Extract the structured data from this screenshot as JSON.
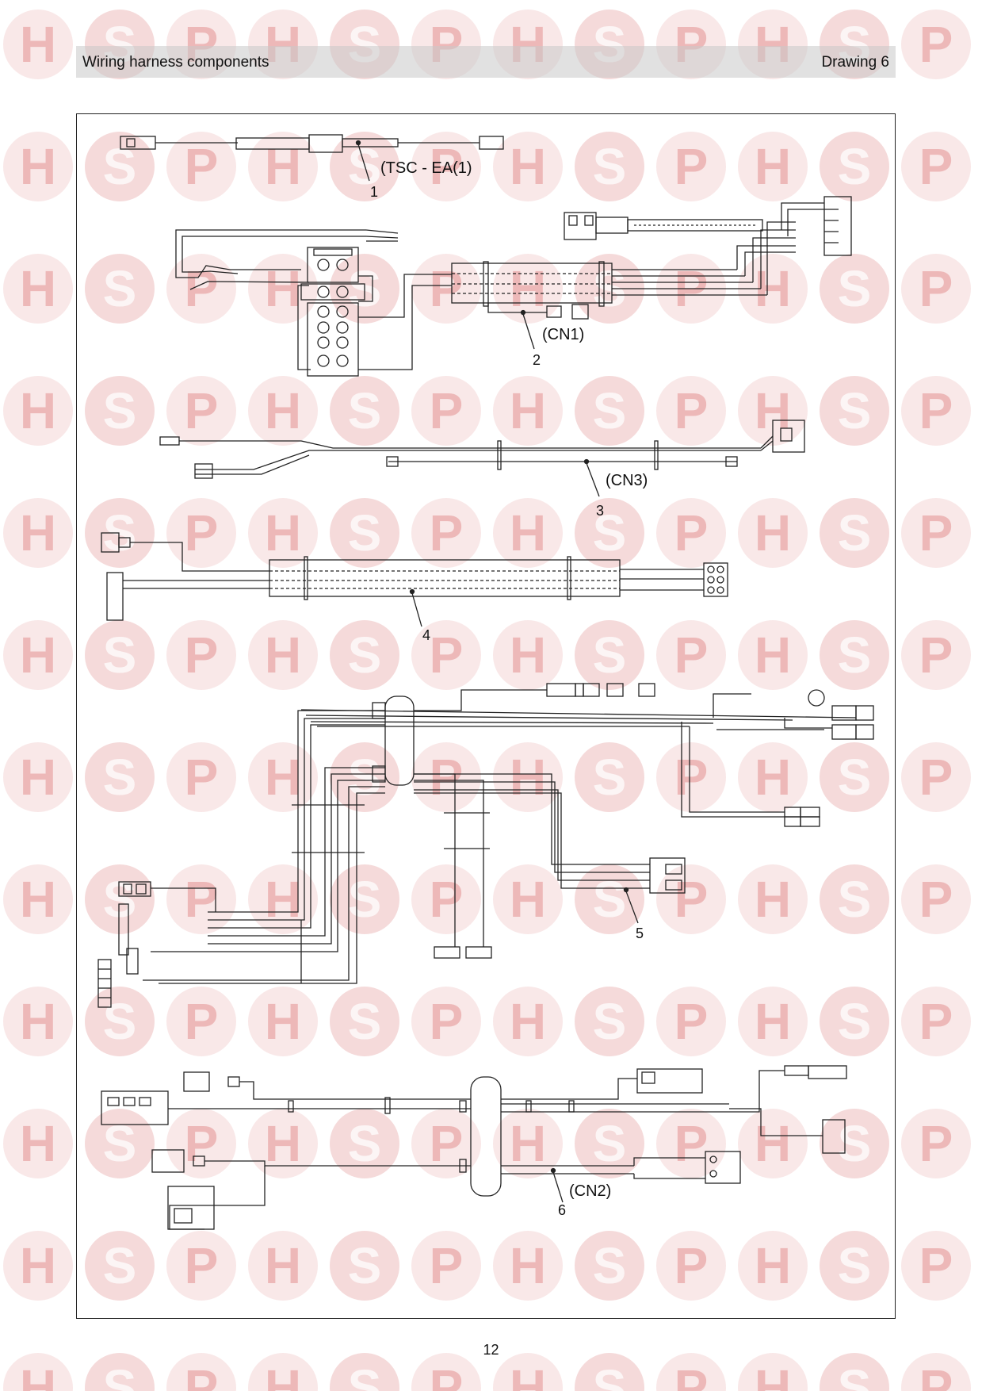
{
  "header": {
    "title": "Wiring harness components",
    "drawing": "Drawing 6"
  },
  "watermark": {
    "letters": [
      "H",
      "S",
      "P"
    ],
    "color": "#e9a9a9",
    "circle_color": "#f4d6d6"
  },
  "components": [
    {
      "number": "1",
      "ref": "(TSC - EA(1)"
    },
    {
      "number": "2",
      "ref": "(CN1)"
    },
    {
      "number": "3",
      "ref": "(CN3)"
    },
    {
      "number": "4",
      "ref": ""
    },
    {
      "number": "5",
      "ref": ""
    },
    {
      "number": "6",
      "ref": "(CN2)"
    }
  ],
  "footer": {
    "page_number": "12"
  }
}
